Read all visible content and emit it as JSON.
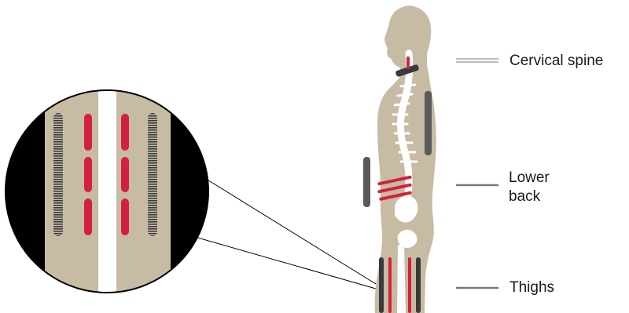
{
  "labels": {
    "cervical": "Cervical spine",
    "lower_back_line1": "Lower",
    "lower_back_line2": "back",
    "thighs": "Thighs"
  },
  "colors": {
    "body": "#c7bba4",
    "spine": "#ffffff",
    "electrode_red": "#d4203f",
    "electrode_dark": "#3a3a3a",
    "circle_border": "#000000",
    "leader_line": "#7a7a7a"
  }
}
